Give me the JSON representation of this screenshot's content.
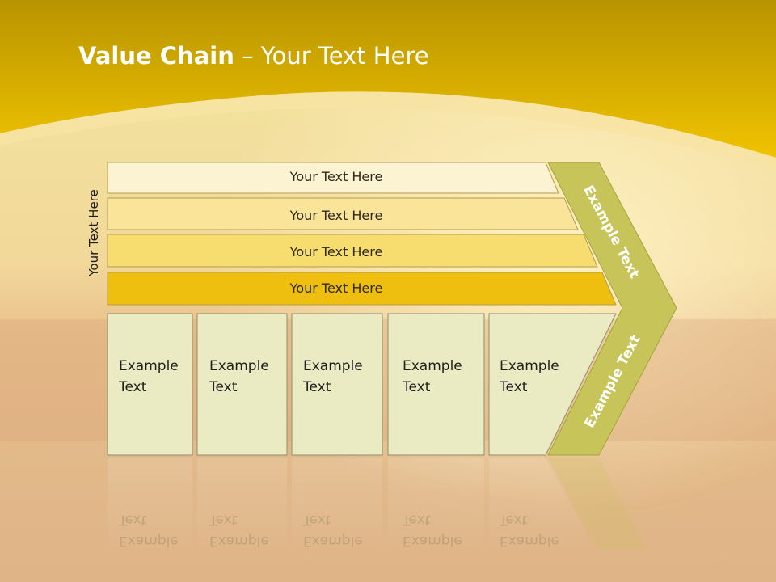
{
  "slide": {
    "title_bold": "Value Chain",
    "title_rest": " – Your Text Here",
    "vertical_label": "Your Text Here",
    "bars": [
      {
        "label": "Your Text Here",
        "color": "#fcf3d2"
      },
      {
        "label": "Your Text Here",
        "color": "#f9e49a"
      },
      {
        "label": "Your Text Here",
        "color": "#f7dc6f"
      },
      {
        "label": "Your Text Here",
        "color": "#efbf0f"
      }
    ],
    "boxes": [
      {
        "line1": "Example",
        "line2": "Text"
      },
      {
        "line1": "Example",
        "line2": "Text"
      },
      {
        "line1": "Example",
        "line2": "Text"
      },
      {
        "line1": "Example",
        "line2": "Text"
      },
      {
        "line1": "Example",
        "line2": "Text"
      }
    ],
    "chevron_top_label": "Example Text",
    "chevron_bottom_label": "Example Text",
    "colors": {
      "header_gold": "#e8b500",
      "box_fill": "#ebebc3",
      "chevron_fill": "#c7c45a"
    }
  }
}
